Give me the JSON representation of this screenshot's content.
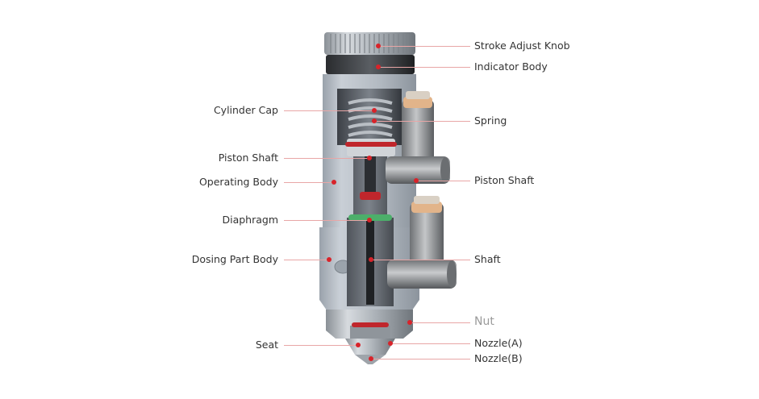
{
  "diagram": {
    "labels_left": [
      {
        "id": "cylinder-cap",
        "text": "Cylinder Cap"
      },
      {
        "id": "piston-shaft-left",
        "text": "Piston Shaft"
      },
      {
        "id": "operating-body",
        "text": "Operating Body"
      },
      {
        "id": "diaphragm",
        "text": "Diaphragm"
      },
      {
        "id": "dosing-part-body",
        "text": "Dosing Part Body"
      },
      {
        "id": "seat",
        "text": "Seat"
      }
    ],
    "labels_right": [
      {
        "id": "stroke-adjust-knob",
        "text": "Stroke Adjust Knob"
      },
      {
        "id": "indicator-body",
        "text": "Indicator Body"
      },
      {
        "id": "spring",
        "text": "Spring"
      },
      {
        "id": "piston-shaft-right",
        "text": "Piston Shaft"
      },
      {
        "id": "shaft",
        "text": "Shaft"
      },
      {
        "id": "nut",
        "text": "Nut"
      },
      {
        "id": "nozzle-a",
        "text": "Nozzle(A)"
      },
      {
        "id": "nozzle-b",
        "text": "Nozzle(B)"
      }
    ],
    "colors": {
      "marker": "#d8232a",
      "leader": "#e8a6a6",
      "o_ring": "#c0262c",
      "diaphragm": "#4caf6a",
      "fitting_cap": "#e2b48a"
    }
  }
}
